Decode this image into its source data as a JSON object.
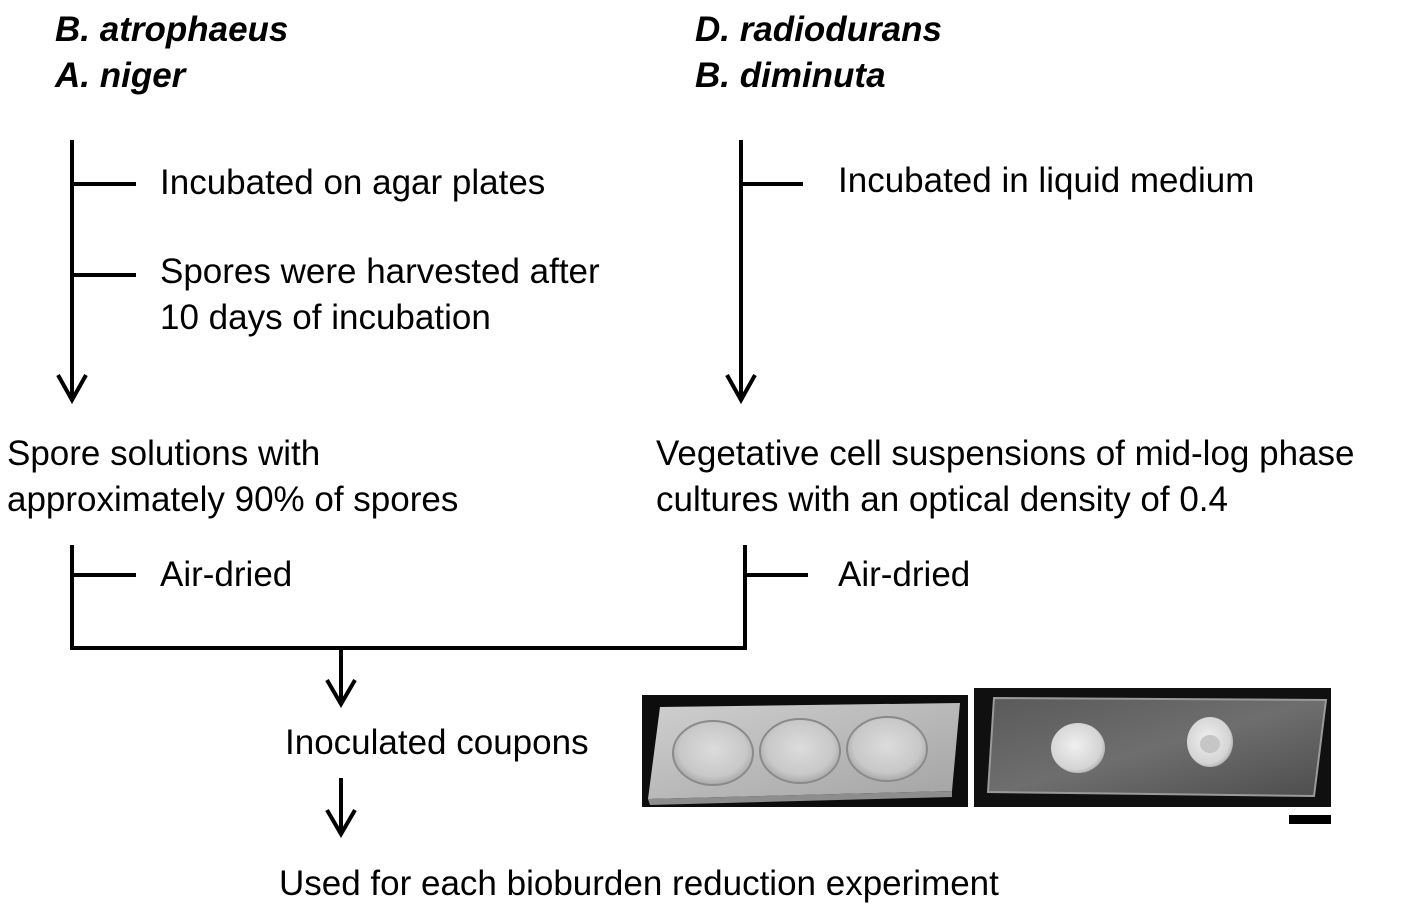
{
  "left_branch": {
    "species": [
      "B. atrophaeus",
      "A. niger"
    ],
    "steps": [
      "Incubated on agar plates",
      "Spores were harvested after",
      "10 days of incubation"
    ],
    "result": [
      "Spore solutions with",
      "approximately 90% of spores"
    ],
    "drying": "Air-dried"
  },
  "right_branch": {
    "species": [
      "D. radiodurans",
      "B. diminuta"
    ],
    "steps": [
      "Incubated in liquid medium"
    ],
    "result": [
      "Vegetative cell suspensions of mid-log phase",
      "cultures with an optical density of 0.4"
    ],
    "drying": "Air-dried"
  },
  "merge": {
    "inoculated": "Inoculated coupons",
    "final": "Used for each bioburden reduction experiment"
  },
  "photos": {
    "left": {
      "subject": "aluminum-coupon-with-three-wells",
      "background": "#0d0d0d"
    },
    "right": {
      "subject": "glass-slide-with-two-dried-spots",
      "background": "#101010"
    }
  },
  "colors": {
    "line": "#000000",
    "text": "#000000",
    "background": "#ffffff"
  }
}
